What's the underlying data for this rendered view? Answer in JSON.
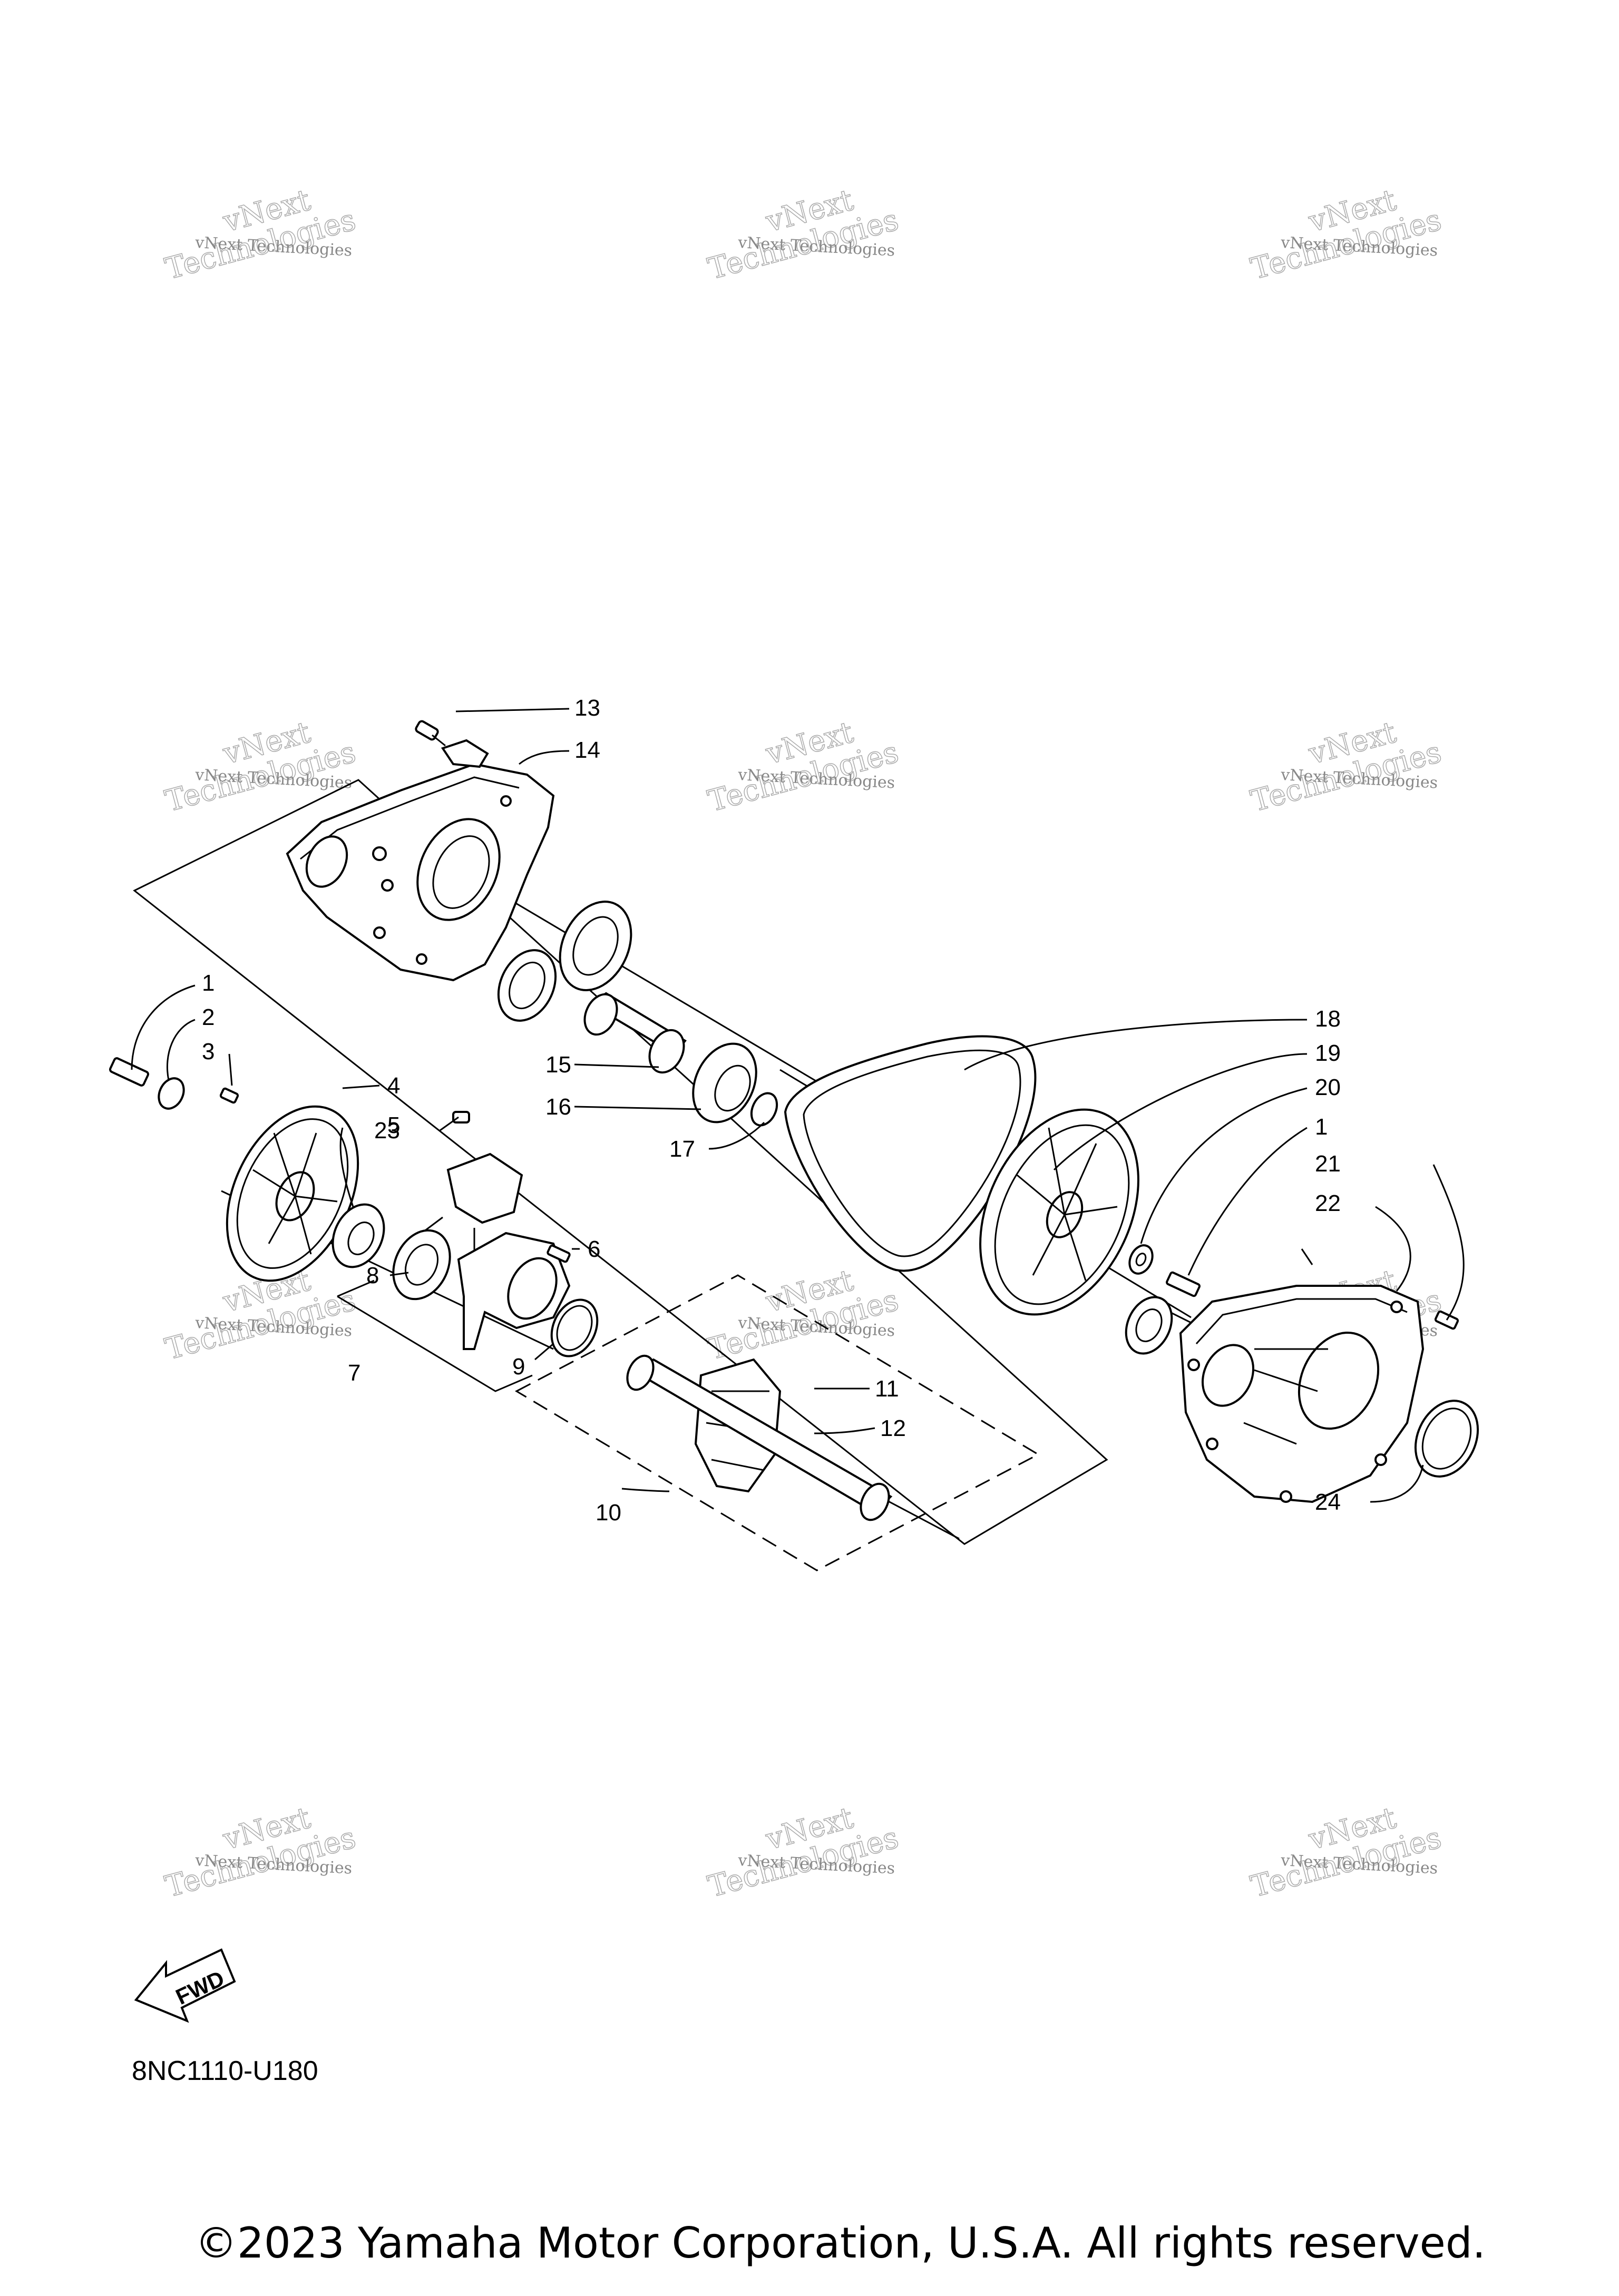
{
  "diagram": {
    "code": "8NC1110-U180",
    "copyright": "©2023 Yamaha Motor Corporation, U.S.A. All rights reserved.",
    "fwd_label": "FWD",
    "watermark": {
      "line1": "vNext Technologies",
      "line2": "vNext",
      "line3": "Technologies"
    },
    "callouts": [
      "1",
      "2",
      "3",
      "4",
      "5",
      "6",
      "7",
      "8",
      "9",
      "10",
      "11",
      "12",
      "13",
      "14",
      "15",
      "16",
      "17",
      "18",
      "19",
      "20",
      "1",
      "21",
      "22",
      "23",
      "24"
    ]
  }
}
